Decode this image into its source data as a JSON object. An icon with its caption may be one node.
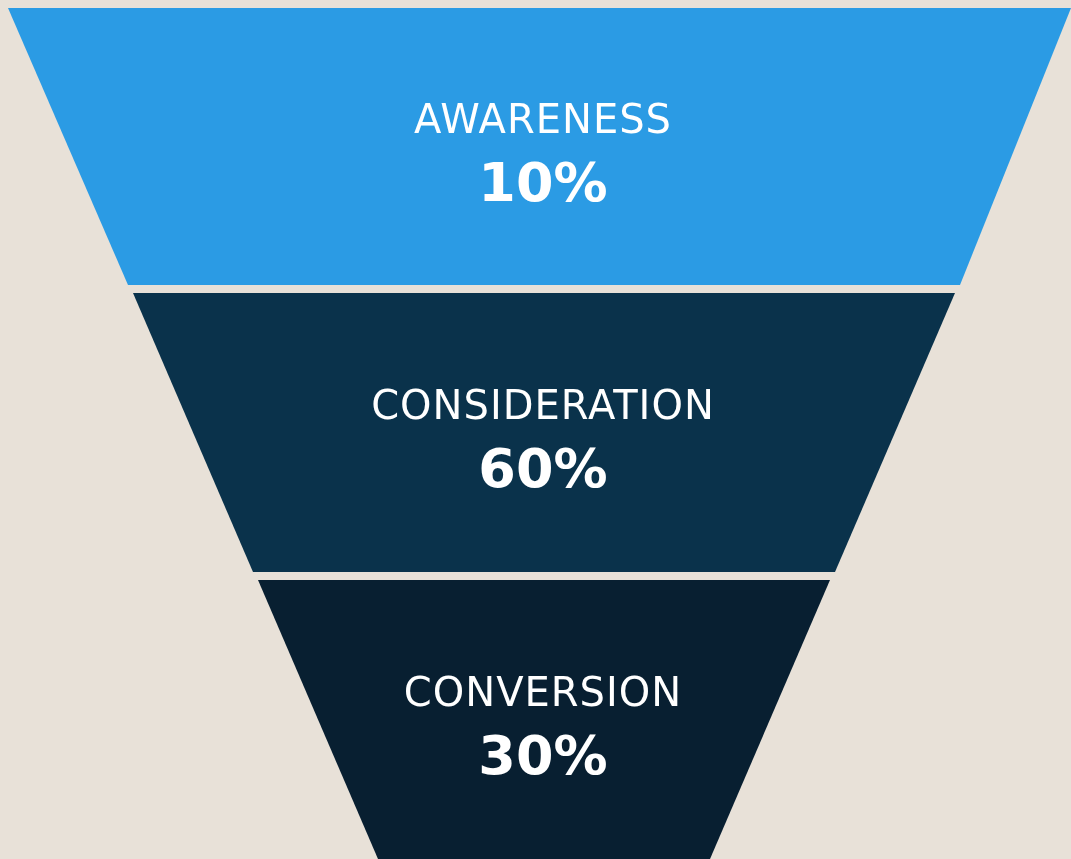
{
  "diagram": {
    "nodes": [
      {
        "text": [
          "AWARENESS",
          "10%"
        ]
      },
      {
        "text": [
          "CONSIDERATION",
          "60%"
        ]
      },
      {
        "text": [
          "CONVERSION",
          "30%"
        ]
      }
    ]
  }
}
